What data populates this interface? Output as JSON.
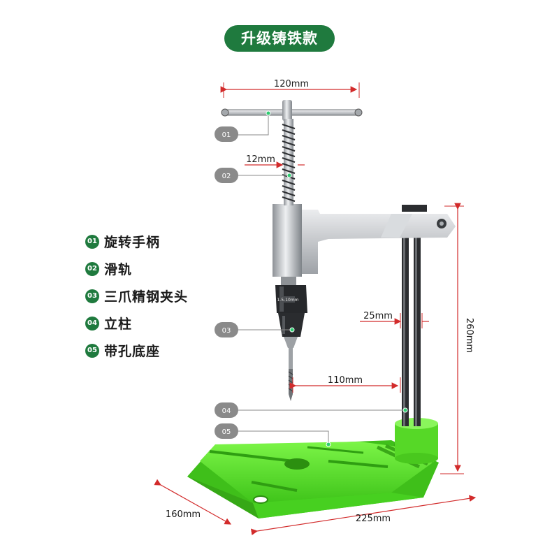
{
  "title": "升级铸铁款",
  "legend": [
    {
      "num": "01",
      "label": "旋转手柄"
    },
    {
      "num": "02",
      "label": "滑轨"
    },
    {
      "num": "03",
      "label": "三爪精钢夹头"
    },
    {
      "num": "04",
      "label": "立柱"
    },
    {
      "num": "05",
      "label": "带孔底座"
    }
  ],
  "dimensions": {
    "handle_width": "120mm",
    "screw_diameter": "12mm",
    "column_diameter": "25mm",
    "reach": "110mm",
    "height": "260mm",
    "base_depth": "160mm",
    "base_width": "225mm"
  },
  "callouts": [
    "01",
    "02",
    "03",
    "04",
    "05"
  ],
  "chuck_marking": "1.5-10mm",
  "colors": {
    "accent": "#1f7a3e",
    "base": "#6cf23a",
    "metal": "#c8cbcf",
    "callout": "#8a8a8a",
    "dim": "#d22b2b"
  }
}
